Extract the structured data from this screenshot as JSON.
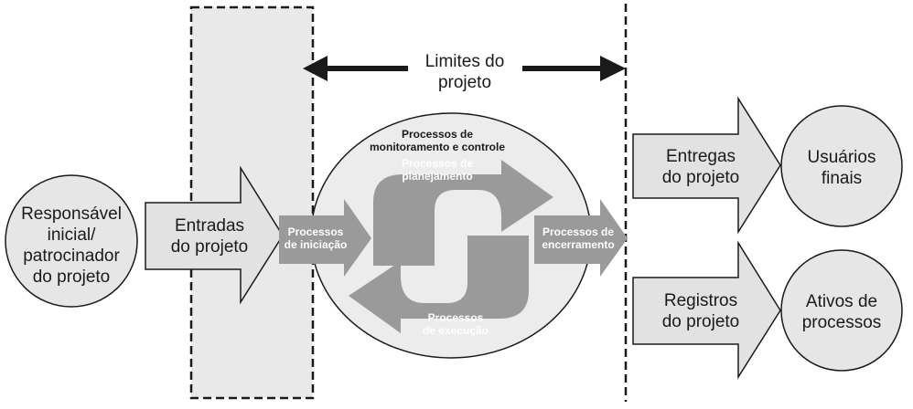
{
  "boundary": {
    "label_line1": "Limites do",
    "label_line2": "projeto"
  },
  "sponsor": {
    "line1": "Responsável",
    "line2": "inicial/",
    "line3": "patrocinador",
    "line4": "do projeto"
  },
  "inputs": {
    "line1": "Entradas",
    "line2": "do projeto"
  },
  "processes": {
    "monitoring_line1": "Processos de",
    "monitoring_line2": "monitoramento e controle",
    "planning_line1": "Processos de",
    "planning_line2": "planejamento",
    "initiating_line1": "Processos",
    "initiating_line2": "de iniciação",
    "executing_line1": "Processos",
    "executing_line2": "de execução",
    "closing_line1": "Processos de",
    "closing_line2": "encerramento"
  },
  "deliverables": {
    "line1": "Entregas",
    "line2": "do projeto"
  },
  "records": {
    "line1": "Registros",
    "line2": "do projeto"
  },
  "end_users": {
    "line1": "Usuários",
    "line2": "finais"
  },
  "process_assets": {
    "line1": "Ativos de",
    "line2": "processos"
  },
  "colors": {
    "dark_gray": "#9a9a9a",
    "light_gray": "#e6e6e6",
    "circle_fill": "#ececec",
    "stroke": "#1a1a1a"
  }
}
